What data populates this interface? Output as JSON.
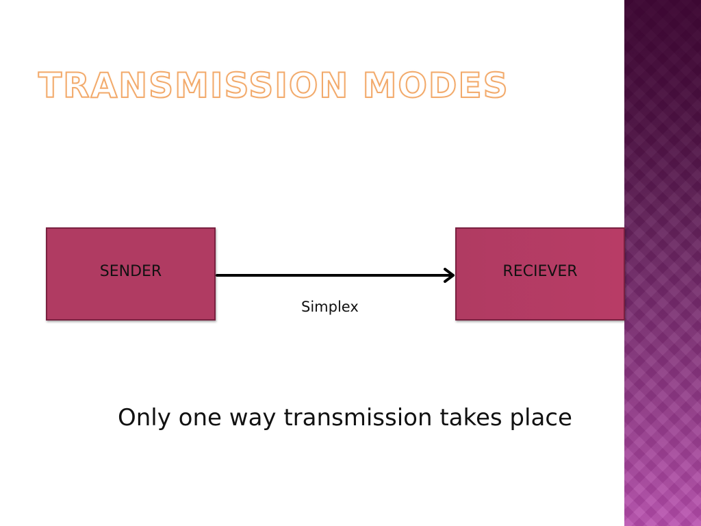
{
  "slide": {
    "title": "TRANSMISSION MODES",
    "caption": "Only one way transmission takes place"
  },
  "diagram": {
    "nodes": [
      {
        "id": "sender",
        "label": "SENDER"
      },
      {
        "id": "receiver",
        "label": "RECIEVER"
      }
    ],
    "edge": {
      "from": "sender",
      "to": "receiver",
      "direction": "one-way",
      "label": "Simplex"
    }
  },
  "colors": {
    "title_outline": "#f2a96a",
    "box_fill": "#b03b62",
    "box_border": "#7a2040",
    "side_band": "#8a3a86",
    "arrow": "#000000"
  }
}
